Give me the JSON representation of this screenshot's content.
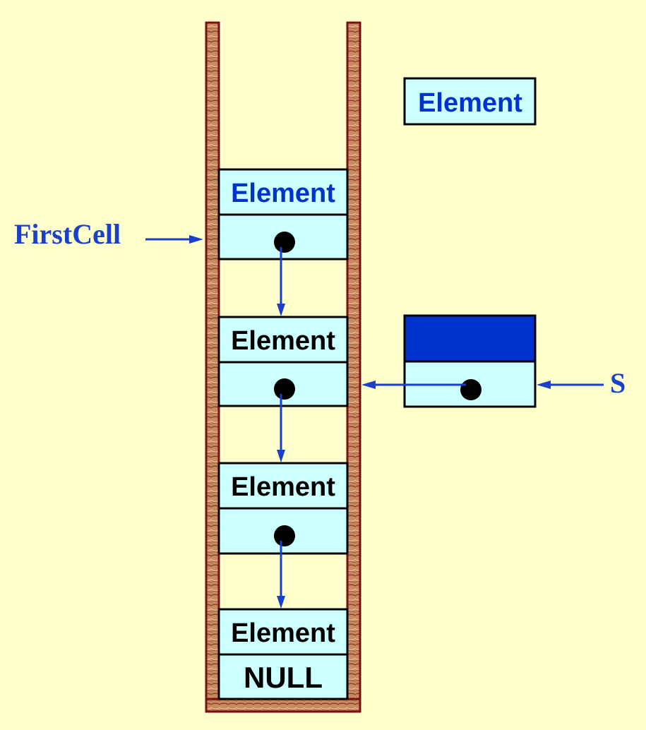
{
  "stack": {
    "cells": [
      {
        "element": "Element",
        "highlight": true,
        "pointer": "dot"
      },
      {
        "element": "Element",
        "highlight": false,
        "pointer": "dot"
      },
      {
        "element": "Element",
        "highlight": false,
        "pointer": "dot"
      },
      {
        "element": "Element",
        "highlight": false,
        "pointer": "NULL"
      }
    ],
    "null_label": "NULL"
  },
  "labels": {
    "first_cell": "FirstCell",
    "s_pointer": "S"
  },
  "new_element": {
    "label": "Element"
  },
  "colors": {
    "background": "#ffffcc",
    "cell_fill": "#ccffff",
    "highlight_text": "#0033cc",
    "arrow": "#1a3fcc",
    "label": "#1a3fcc",
    "new_cell_top": "#0033cc",
    "wall": "#b06a4a",
    "wall_border": "#7a1010"
  },
  "icons": {
    "pointer_dot": "filled-circle-icon",
    "arrow": "arrow-icon"
  }
}
